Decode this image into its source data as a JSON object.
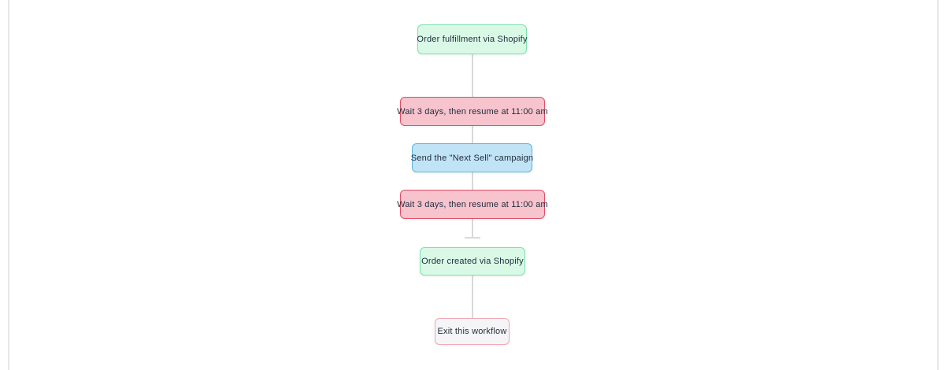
{
  "canvas": {
    "background": "#ffffff",
    "edge_color": "#e7e7e9"
  },
  "workflow": {
    "connector_color": "#d9d9d9",
    "text_color": "#1e2c3c",
    "nodes": [
      {
        "id": "order-fulfillment-trigger",
        "type": "trigger",
        "label": "Order fulfillment via Shopify",
        "bg": "#d9f9e6",
        "border": "#7be2ac"
      },
      {
        "id": "wait-step-1",
        "type": "wait",
        "label": "Wait 3 days, then resume at 11:00 am",
        "bg": "#f7c3cd",
        "border": "#e04f66"
      },
      {
        "id": "send-campaign",
        "type": "action",
        "label": "Send the \"Next Sell\" campaign",
        "bg": "#c1e3f6",
        "border": "#5cb6de"
      },
      {
        "id": "wait-step-2",
        "type": "wait",
        "label": "Wait 3 days, then resume at 11:00 am",
        "bg": "#f7c3cd",
        "border": "#e04f66"
      },
      {
        "id": "order-created-trigger",
        "type": "trigger",
        "label": "Order created via Shopify",
        "bg": "#d9f9e6",
        "border": "#7be2ac"
      },
      {
        "id": "exit-workflow",
        "type": "exit",
        "label": "Exit this workflow",
        "bg": "#f5f5f7",
        "border": "#efa9b6"
      }
    ]
  }
}
